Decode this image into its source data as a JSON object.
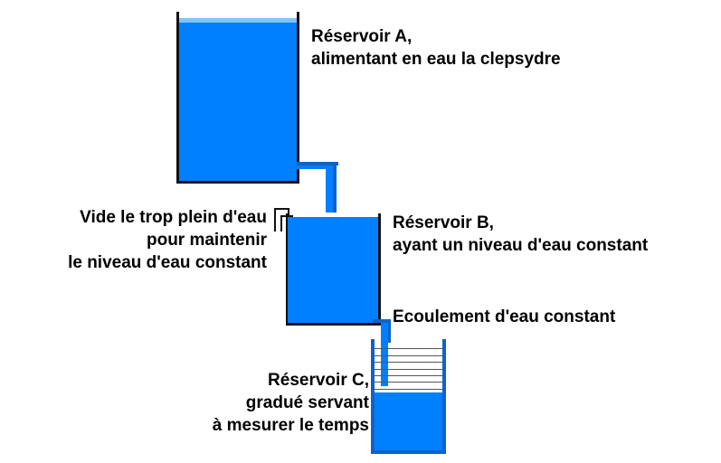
{
  "diagram": {
    "title_concept": "clepsydre",
    "colors": {
      "water": "#0080ff",
      "water_surface": "#7fc4ff",
      "pipe_outline": "#0f63c8",
      "tank_outline": "#111111",
      "graduation": "#555555",
      "background": "#ffffff"
    }
  },
  "labels": {
    "reservoir_a": {
      "line1": "Réservoir A,",
      "line2": "alimentant en eau la clepsydre"
    },
    "overflow": {
      "line1": "Vide le trop plein d'eau",
      "line2": "pour maintenir",
      "line3": "le niveau d'eau constant"
    },
    "reservoir_b": {
      "line1": "Réservoir B,",
      "line2": "ayant un niveau d'eau constant"
    },
    "flow": {
      "line1": "Ecoulement d'eau constant"
    },
    "reservoir_c": {
      "line1": "Réservoir C,",
      "line2": "gradué servant",
      "line3": "à mesurer le temps"
    }
  },
  "vessels": {
    "a": {
      "name": "Réservoir A",
      "fill_level_percent": 94
    },
    "b": {
      "name": "Réservoir B",
      "fill_level_percent": 100
    },
    "c": {
      "name": "Réservoir C",
      "fill_level_percent": 52,
      "graduation_count": 16
    }
  }
}
